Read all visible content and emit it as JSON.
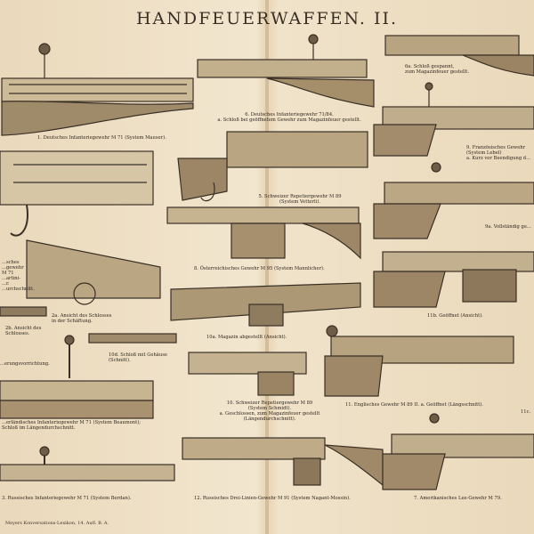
{
  "title": "HANDFEUERWAFFEN. II.",
  "footer": "Meyers Konversations-Lexikon, 14. Aufl. B. A.",
  "captions": {
    "c1": "1. Deutsches Infanteriegewehr M 71 (System Mauser).",
    "c6": "6. Deutsches Infanteriegewehr 71/84.\na. Schloß bei geöffnetem Gewehr zum Magazinfeuer gestellt.",
    "c6a": "6a. Schloß gespannt,\nzum Magazinfeuer gestellt.",
    "c5": "5. Schweizer Repetiergewehr M 89\n(System Vetterli).",
    "c9": "9. Französisches Gewehr\n(System Lebel)\na. Kurz vor Beendigung d...",
    "c8": "8. Österreichisches Gewehr M 95 (System Mannlicher).",
    "c9a": "9a. Vollständig ge...",
    "c10a": "10a. Magazin abgestellt (Ansicht).",
    "c11b": "11b. Geöffnet (Ansicht).",
    "c2": "...sches\n...gewehr\nM 71\n...artini-\n...r.\n...urchschnitt.",
    "c2a": "2a. Ansicht des Schlosses\nin der Schäftung.",
    "c2b": "2b. Ansicht des\nSchlosses.",
    "c10d": "10d. Schloß mit Gehäuse\n(Schnitt).",
    "c_sicherung": "...erungsvorrichtung.",
    "c10": "10. Schweizer Repetiergewehr M 89\n(System Schmidt).\na. Geschlossen, zum Magazinfeuer gestellt\n(Längendurchschnitt).",
    "c11": "11. Englisches Gewehr M 89 II.   a. Geöffnet (Längsschnitt).",
    "c11c": "11c.",
    "c_beaumont": "...erländisches Infanteriegewehr M 71 (System Beaumont);\nSchloß im Längendurchschnitt.",
    "c3": "3. Russisches Infanteriegewehr M 71 (System Berdan).",
    "c12": "12. Russisches Drei-Linien-Gewehr M 91 (System Nagant-Mossin).",
    "c7": "7. Amerikanisches Lee-Gewehr M 79."
  },
  "colors": {
    "paper": "#efe2c7",
    "ink": "#3a2f24"
  }
}
